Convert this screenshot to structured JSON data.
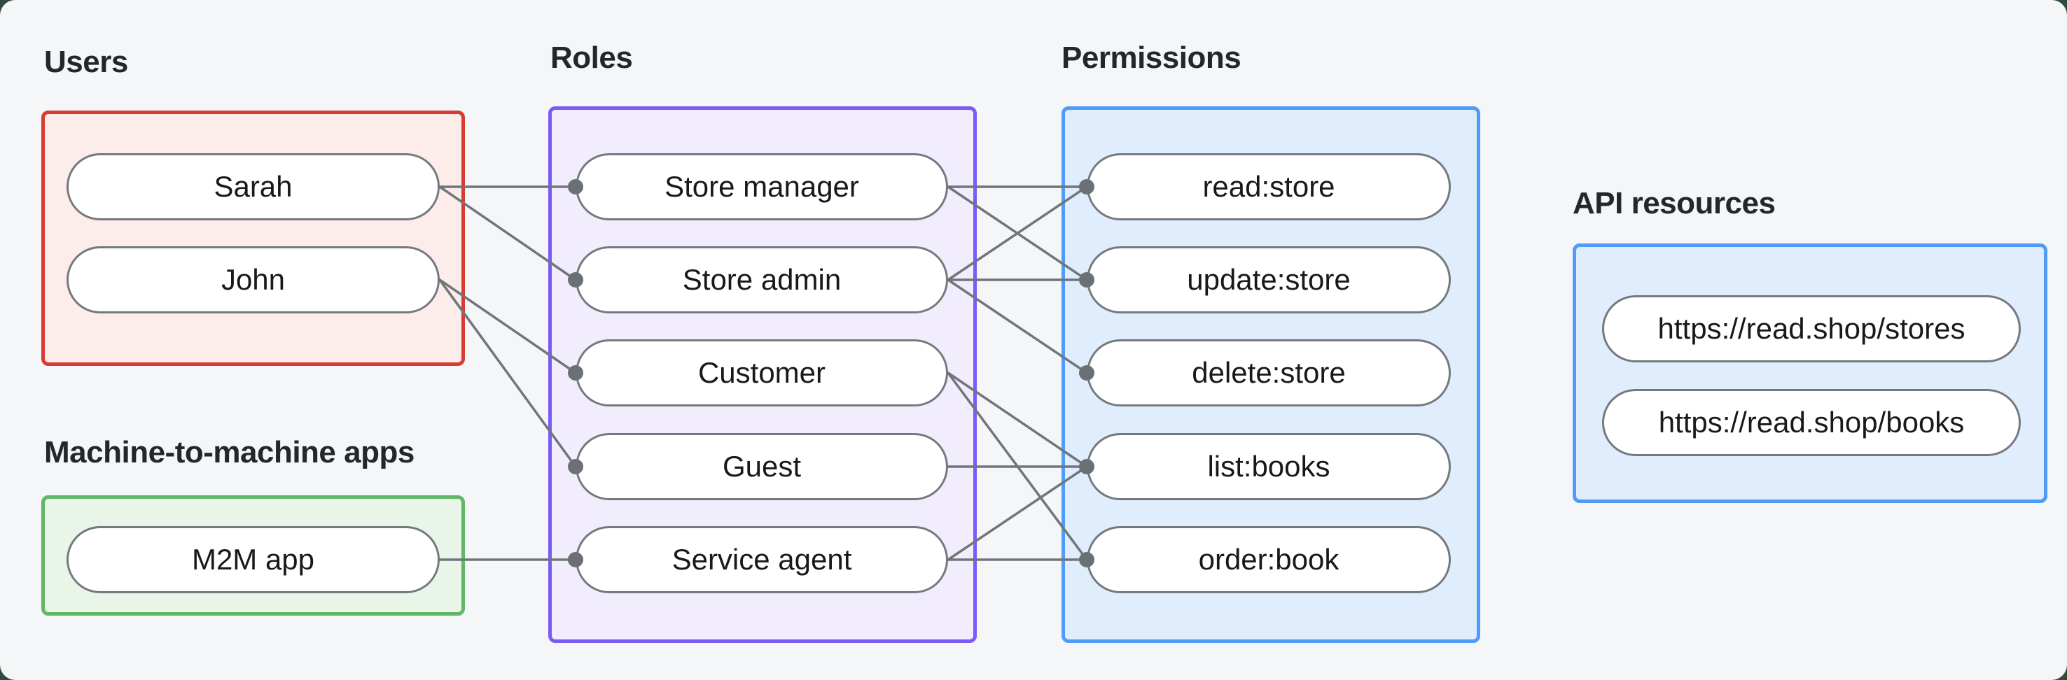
{
  "colors": {
    "backdrop": "#2e4b3c",
    "canvas": "#f5f6f7",
    "line": "#71757a",
    "dot": "#6b7075",
    "pill_border": "#75797e",
    "pill_fill": "#ffffff",
    "text": "#17191c",
    "label_text": "#24272a",
    "users_accent": "#d93b33",
    "users_fill": "#fcecea",
    "m2m_accent": "#63b567",
    "m2m_fill": "#e9f5e9",
    "roles_accent": "#7b5bf5",
    "roles_fill": "#f2edfc",
    "permissions_accent": "#4f9bf8",
    "permissions_fill": "#dfedfc",
    "api_accent": "#4f9bf8",
    "api_fill": "#dfedfc"
  },
  "groups": [
    {
      "id": "users",
      "label": "Users",
      "nodes": [
        {
          "id": "sarah",
          "label": "Sarah"
        },
        {
          "id": "john",
          "label": "John"
        }
      ]
    },
    {
      "id": "m2m",
      "label": "Machine-to-machine apps",
      "nodes": [
        {
          "id": "m2m-app",
          "label": "M2M app"
        }
      ]
    },
    {
      "id": "roles",
      "label": "Roles",
      "nodes": [
        {
          "id": "store-manager",
          "label": "Store manager"
        },
        {
          "id": "store-admin",
          "label": "Store admin"
        },
        {
          "id": "customer",
          "label": "Customer"
        },
        {
          "id": "guest",
          "label": "Guest"
        },
        {
          "id": "service-agent",
          "label": "Service agent"
        }
      ]
    },
    {
      "id": "permissions",
      "label": "Permissions",
      "nodes": [
        {
          "id": "read-store",
          "label": "read:store"
        },
        {
          "id": "update-store",
          "label": "update:store"
        },
        {
          "id": "delete-store",
          "label": "delete:store"
        },
        {
          "id": "list-books",
          "label": "list:books"
        },
        {
          "id": "order-book",
          "label": "order:book"
        }
      ]
    },
    {
      "id": "api",
      "label": "API resources",
      "nodes": [
        {
          "id": "stores-resource",
          "label": "https://read.shop/stores"
        },
        {
          "id": "books-resource",
          "label": "https://read.shop/books"
        }
      ]
    }
  ],
  "edges": [
    {
      "from": "sarah",
      "to": "store-manager"
    },
    {
      "from": "sarah",
      "to": "store-admin"
    },
    {
      "from": "john",
      "to": "customer"
    },
    {
      "from": "john",
      "to": "guest"
    },
    {
      "from": "m2m-app",
      "to": "service-agent"
    },
    {
      "from": "store-manager",
      "to": "read-store"
    },
    {
      "from": "store-manager",
      "to": "update-store"
    },
    {
      "from": "store-admin",
      "to": "read-store"
    },
    {
      "from": "store-admin",
      "to": "update-store"
    },
    {
      "from": "store-admin",
      "to": "delete-store"
    },
    {
      "from": "customer",
      "to": "list-books"
    },
    {
      "from": "customer",
      "to": "order-book"
    },
    {
      "from": "guest",
      "to": "list-books"
    },
    {
      "from": "service-agent",
      "to": "list-books"
    },
    {
      "from": "service-agent",
      "to": "order-book"
    }
  ]
}
